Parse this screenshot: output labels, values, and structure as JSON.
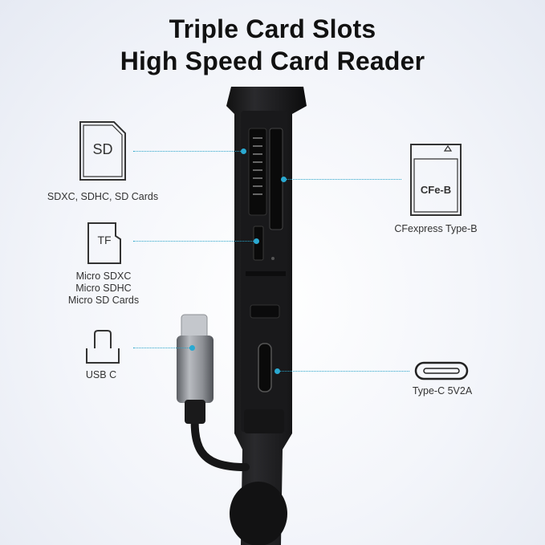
{
  "header": {
    "line1": "Triple Card Slots",
    "line2": "High Speed Card Reader"
  },
  "cards": {
    "sd": {
      "icon_text": "SD",
      "label": "SDXC, SDHC, SD Cards"
    },
    "tf": {
      "icon_text": "TF",
      "label_lines": [
        "Micro SDXC",
        "Micro SDHC",
        "Micro SD Cards"
      ]
    },
    "usb": {
      "label": "USB C"
    },
    "cfe": {
      "icon_text": "CFe-B",
      "label": "CFexpress Type-B"
    },
    "typec": {
      "label": "Type-C 5V2A"
    }
  },
  "colors": {
    "accent": "#2aa9d1",
    "device": "#1c1c1e",
    "plug": "#8a8d92"
  },
  "icons": [
    "sd-card-icon",
    "tf-card-icon",
    "usb-c-plug-icon",
    "cfexpress-card-icon",
    "usb-c-port-icon"
  ]
}
